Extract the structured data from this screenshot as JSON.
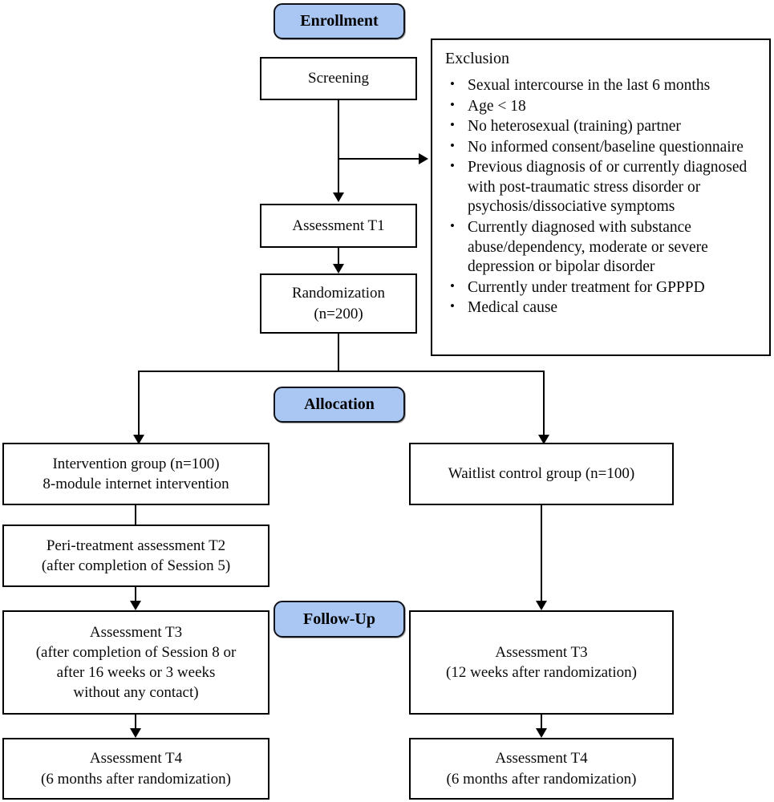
{
  "diagram": {
    "title": "CONSORT participant flow diagram",
    "accent_color": "#a9c7f2",
    "line_color": "#000000",
    "box_background": "#ffffff"
  },
  "stages": {
    "enrollment": "Enrollment",
    "allocation": "Allocation",
    "followup": "Follow-Up"
  },
  "nodes": {
    "screening": "Screening",
    "assessment_t1": "Assessment T1",
    "randomization_line1": "Randomization",
    "randomization_line2": "(n=200)",
    "intervention_line1": "Intervention group (n=100)",
    "intervention_line2": "8-module internet intervention",
    "waitlist": "Waitlist control group (n=100)",
    "peri_line1": "Peri-treatment assessment T2",
    "peri_line2": "(after completion of Session 5)",
    "int_t3_line1": "Assessment T3",
    "int_t3_line2": "(after completion of Session 8 or",
    "int_t3_line3": "after 16 weeks or 3 weeks",
    "int_t3_line4": "without any contact)",
    "ctrl_t3_line1": "Assessment T3",
    "ctrl_t3_line2": "(12 weeks after randomization)",
    "int_t4_line1": "Assessment T4",
    "int_t4_line2": "(6 months after randomization)",
    "ctrl_t4_line1": "Assessment T4",
    "ctrl_t4_line2": "(6 months after randomization)"
  },
  "exclusion": {
    "title": "Exclusion",
    "items": [
      "Sexual intercourse in the last 6 months",
      "Age < 18",
      "No heterosexual (training) partner",
      "No informed consent/baseline questionnaire",
      "Previous diagnosis of or currently diagnosed with post-traumatic stress disorder or psychosis/dissociative symptoms",
      "Currently diagnosed with substance abuse/dependency, moderate or severe depression or bipolar disorder",
      "Currently under treatment for GPPPD",
      "Medical cause"
    ]
  }
}
